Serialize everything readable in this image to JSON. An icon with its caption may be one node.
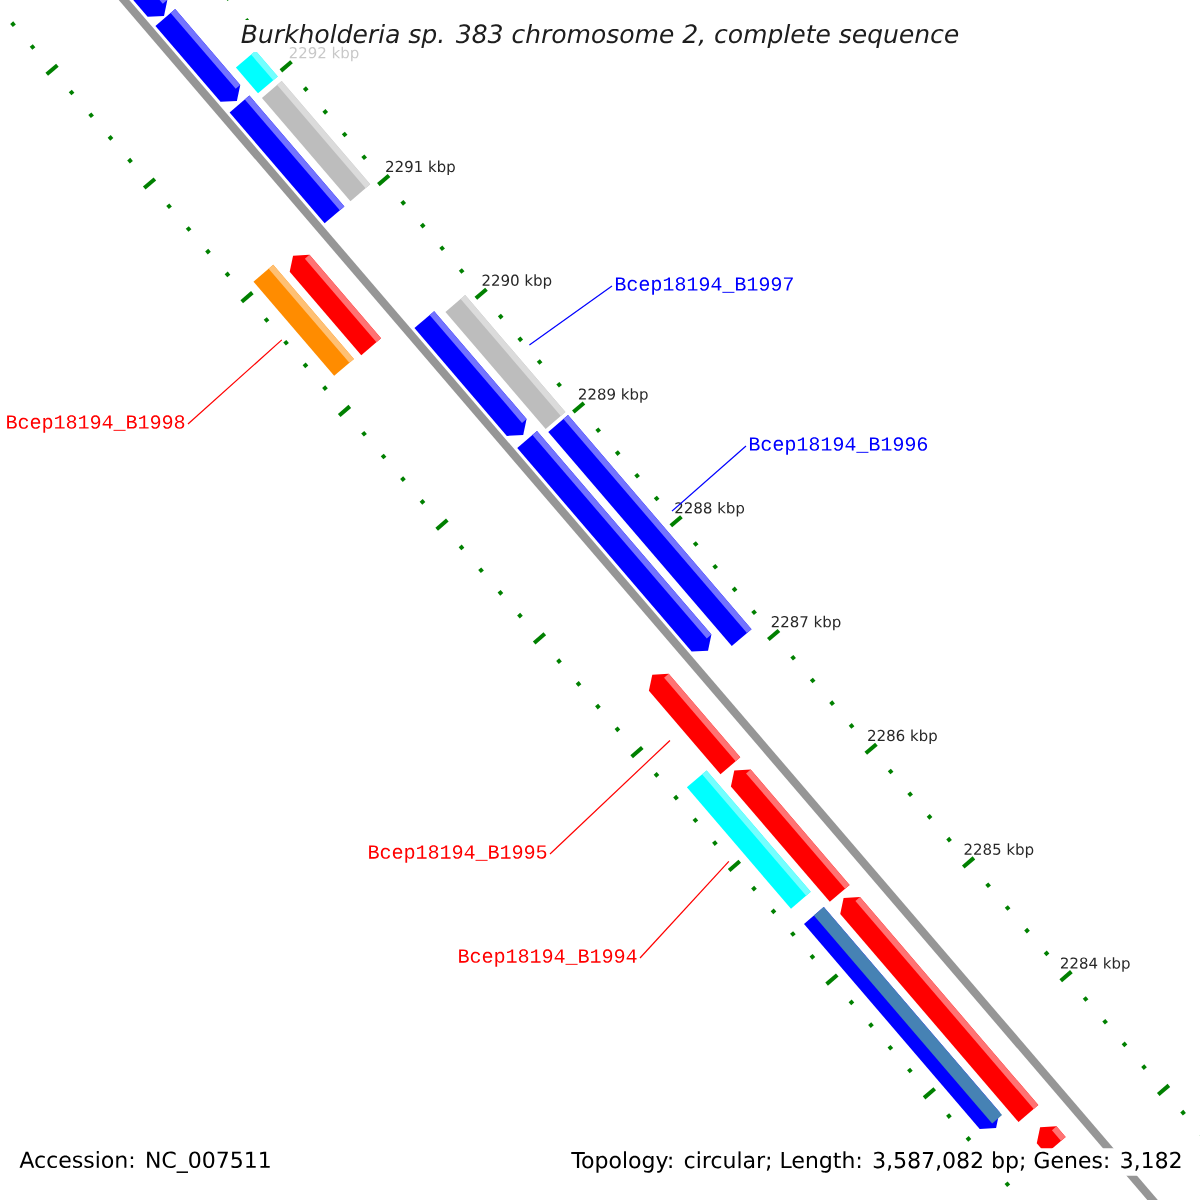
{
  "diagram": {
    "title": "Burkholderia sp. 383 chromosome 2, complete sequence",
    "nodes": [
      {
        "text": [
          "Bcep18194_B1998"
        ]
      },
      {
        "text": [],
        "shape": "bar"
      },
      {
        "text": [
          "Bcep18194_B1997"
        ]
      },
      {
        "text": [],
        "shape": "bar"
      },
      {
        "text": [
          "Bcep18194_B1996"
        ]
      },
      {
        "text": [],
        "shape": "bar"
      },
      {
        "text": [
          "Bcep18194_B1995"
        ]
      },
      {
        "text": [],
        "shape": "arrow"
      },
      {
        "text": [
          "Bcep18194_B1994"
        ]
      },
      {
        "text": [],
        "shape": "bar"
      },
      {
        "text": [],
        "shape": "arrow"
      },
      {
        "text": [],
        "shape": "bar"
      },
      {
        "text": [],
        "shape": "arrow"
      },
      {
        "text": [],
        "shape": "arrow"
      },
      {
        "text": [],
        "shape": "bar"
      },
      {
        "text": [],
        "shape": "arrow"
      },
      {
        "text": [],
        "shape": "arrow"
      },
      {
        "text": [],
        "shape": "arrow"
      },
      {
        "text": [],
        "shape": "arrow"
      },
      {
        "text": [],
        "shape": "arrow"
      },
      {
        "text": [],
        "shape": "arrow"
      },
      {
        "text": [],
        "shape": "arrow"
      }
    ],
    "edges": [
      {
        "from": 0,
        "to": 1,
        "arrow": "none"
      },
      {
        "from": 2,
        "to": 3,
        "arrow": "none",
        "color": "#0000ff"
      },
      {
        "from": 4,
        "to": 5,
        "arrow": "none",
        "color": "#0000ff"
      },
      {
        "from": 6,
        "to": 7,
        "arrow": "none"
      },
      {
        "from": 8,
        "to": 9,
        "arrow": "none"
      }
    ],
    "labels": [
      "2292 kbp",
      "2291 kbp",
      "2290 kbp",
      "2289 kbp",
      "2288 kbp",
      "2287 kbp",
      "2286 kbp",
      "2285 kbp",
      "2284 kbp",
      "Accession: NC_007511",
      "Topology: circular; Length: 3,587,082 bp; Genes: 3,182"
    ]
  }
}
